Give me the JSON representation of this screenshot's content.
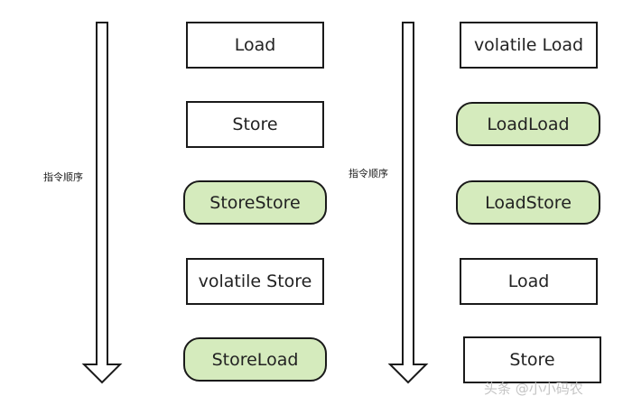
{
  "left_column": {
    "order_label": "指令顺序",
    "items": [
      {
        "label": "Load",
        "kind": "instruction"
      },
      {
        "label": "Store",
        "kind": "instruction"
      },
      {
        "label": "StoreStore",
        "kind": "barrier"
      },
      {
        "label": "volatile Store",
        "kind": "instruction"
      },
      {
        "label": "StoreLoad",
        "kind": "barrier"
      }
    ]
  },
  "right_column": {
    "order_label": "指令顺序",
    "items": [
      {
        "label": "volatile Load",
        "kind": "instruction"
      },
      {
        "label": "LoadLoad",
        "kind": "barrier"
      },
      {
        "label": "LoadStore",
        "kind": "barrier"
      },
      {
        "label": "Load",
        "kind": "instruction"
      },
      {
        "label": "Store",
        "kind": "instruction"
      }
    ]
  },
  "watermark": "头条 @小小码农",
  "colors": {
    "barrier_fill": "#d5ebbd",
    "instruction_fill": "#ffffff",
    "outline": "#1a1a1a"
  }
}
